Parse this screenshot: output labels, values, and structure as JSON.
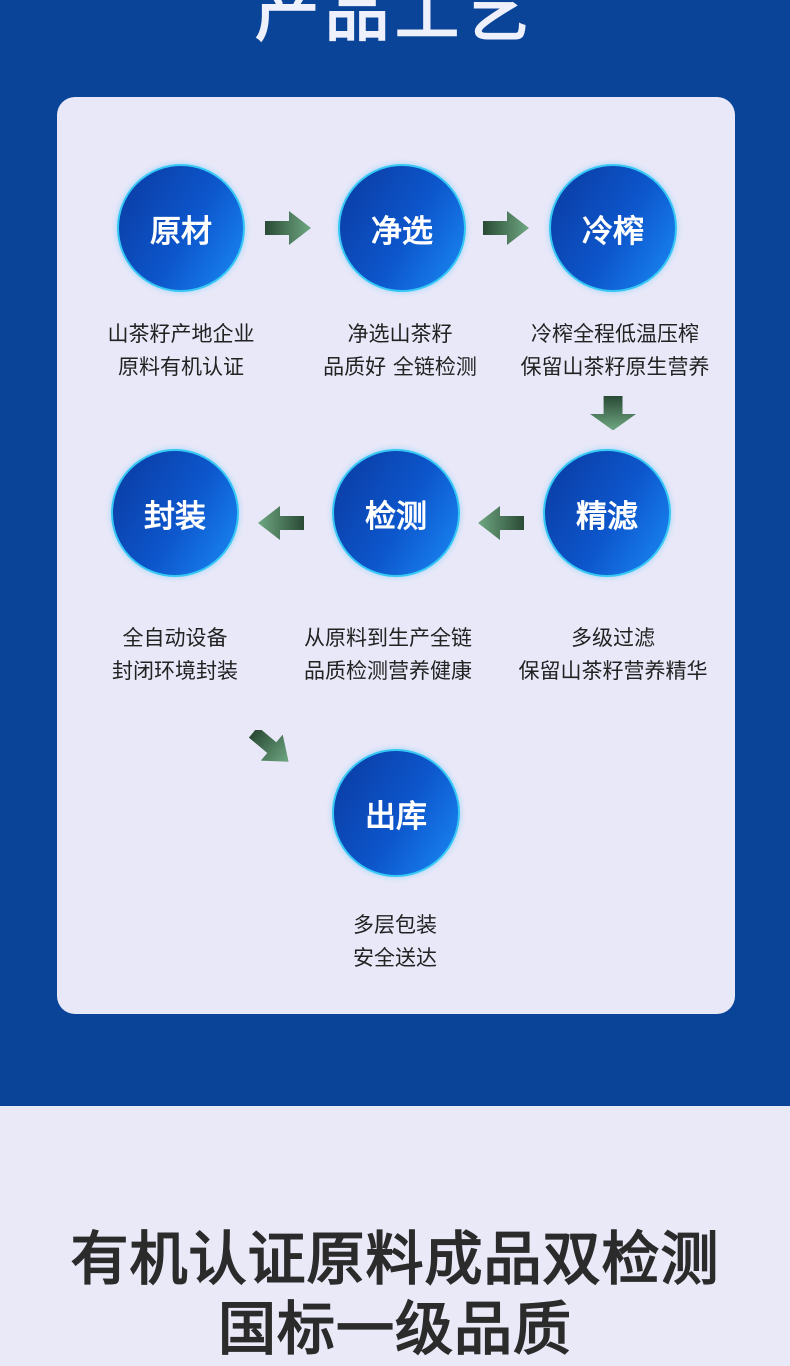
{
  "header": {
    "title": "产品工艺"
  },
  "steps": [
    {
      "name": "原材",
      "desc1": "山茶籽产地企业",
      "desc2": "原料有机认证"
    },
    {
      "name": "净选",
      "desc1": "净选山茶籽",
      "desc2": "品质好 全链检测"
    },
    {
      "name": "冷榨",
      "desc1": "冷榨全程低温压榨",
      "desc2": "保留山茶籽原生营养"
    },
    {
      "name": "精滤",
      "desc1": "多级过滤",
      "desc2": "保留山茶籽营养精华"
    },
    {
      "name": "检测",
      "desc1": "从原料到生产全链",
      "desc2": "品质检测营养健康"
    },
    {
      "name": "封装",
      "desc1": "全自动设备",
      "desc2": "封闭环境封装"
    },
    {
      "name": "出库",
      "desc1": "多层包装",
      "desc2": "安全送达"
    }
  ],
  "footer": {
    "line1": "有机认证原料成品双检测",
    "line2": "国标一级品质"
  },
  "colors": {
    "background_blue": "#0a4499",
    "arrow_green": "#3d6b4c"
  }
}
